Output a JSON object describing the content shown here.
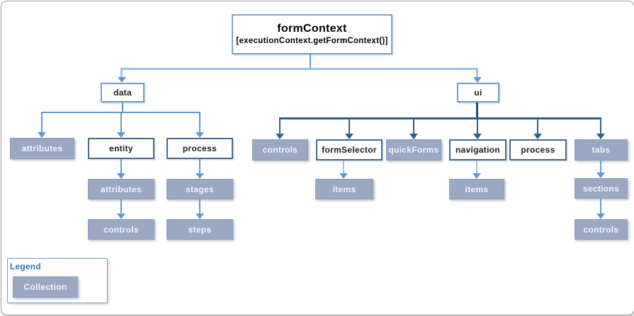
{
  "diagram": {
    "root": {
      "label": "formContext",
      "sublabel": "[executionContext.getFormContext()]"
    },
    "branches": [
      {
        "label": "data",
        "kind": "object",
        "children": [
          {
            "label": "attributes",
            "kind": "collection",
            "children": []
          },
          {
            "label": "entity",
            "kind": "object",
            "children": [
              {
                "label": "attributes",
                "kind": "collection",
                "children": [
                  {
                    "label": "controls",
                    "kind": "collection",
                    "children": []
                  }
                ]
              }
            ]
          },
          {
            "label": "process",
            "kind": "object",
            "children": [
              {
                "label": "stages",
                "kind": "collection",
                "children": [
                  {
                    "label": "steps",
                    "kind": "collection",
                    "children": []
                  }
                ]
              }
            ]
          }
        ]
      },
      {
        "label": "ui",
        "kind": "object",
        "children": [
          {
            "label": "controls",
            "kind": "collection",
            "children": []
          },
          {
            "label": "formSelector",
            "kind": "object",
            "children": [
              {
                "label": "items",
                "kind": "collection",
                "children": []
              }
            ]
          },
          {
            "label": "quickForms",
            "kind": "collection",
            "children": []
          },
          {
            "label": "navigation",
            "kind": "object",
            "children": [
              {
                "label": "items",
                "kind": "collection",
                "children": []
              }
            ]
          },
          {
            "label": "process",
            "kind": "object",
            "children": []
          },
          {
            "label": "tabs",
            "kind": "collection",
            "children": [
              {
                "label": "sections",
                "kind": "collection",
                "children": [
                  {
                    "label": "controls",
                    "kind": "collection",
                    "children": []
                  }
                ]
              }
            ]
          }
        ]
      }
    ]
  },
  "legend": {
    "title": "Legend",
    "item_label": "Collection"
  },
  "colors": {
    "collection_fill": "#9aa8c4",
    "connector_light": "#9dc3e6",
    "connector_medium": "#5b9bd5",
    "connector_dark": "#2f5e91",
    "connector_darkest": "#1f4e79",
    "object_border": "#49688f",
    "legend_title": "#2e74b5"
  }
}
